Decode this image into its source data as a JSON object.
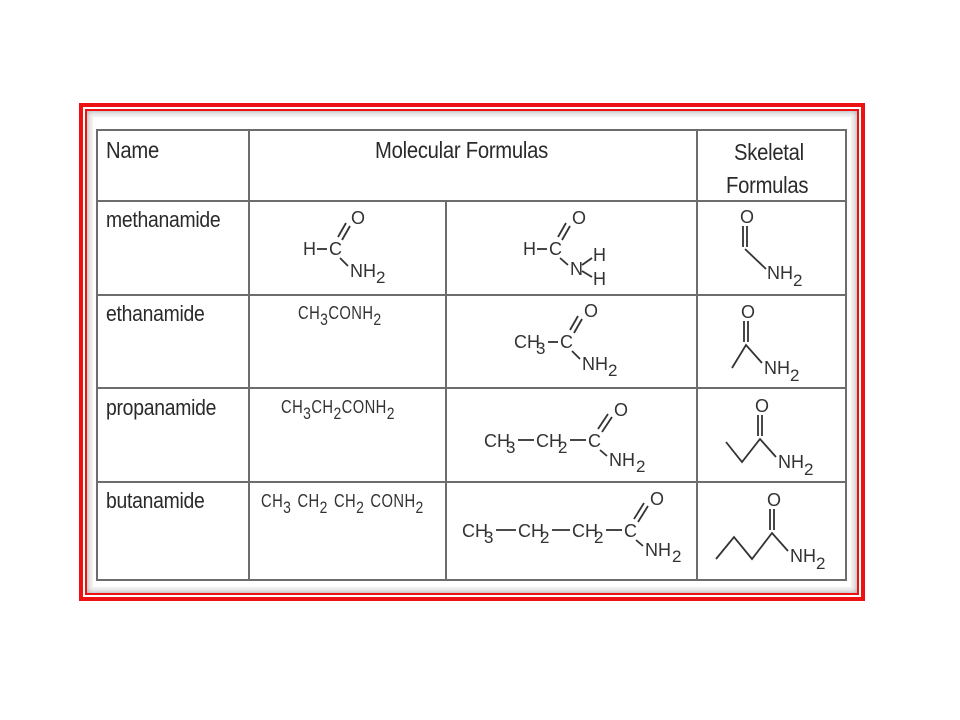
{
  "table": {
    "headers": {
      "name": "Name",
      "molecular": "Molecular Formulas",
      "skeletal_line1": "Skeletal",
      "skeletal_line2": "Formulas"
    },
    "rows": [
      {
        "name": "methanamide",
        "condensed": "",
        "structural": "H–C(=O)–NH2",
        "structural_expanded": "H–C(=O)–N(H)(H)",
        "skeletal": "O=C–NH2"
      },
      {
        "name": "ethanamide",
        "condensed": "CH3CONH2",
        "structural": "CH3–C(=O)–NH2",
        "skeletal": "CH3–C(=O)–NH2 zigzag"
      },
      {
        "name": "propanamide",
        "condensed": "CH3CH2CONH2",
        "structural": "CH3–CH2–C(=O)–NH2",
        "skeletal": "CH3CH2–C(=O)–NH2 zigzag"
      },
      {
        "name": "butanamide",
        "condensed": "CH3 CH2 CH2 CONH2",
        "structural": "CH3–CH2–CH2–C(=O)–NH2",
        "skeletal": "CH3CH2CH2–C(=O)–NH2 zigzag"
      }
    ],
    "atoms": {
      "O": "O",
      "H": "H",
      "C": "C",
      "N": "N",
      "NH": "NH",
      "CH": "CH",
      "CONH": "CONH",
      "sub2": "2",
      "sub3": "3"
    }
  },
  "colors": {
    "frame": "#ee1111",
    "grid": "#6d6d6d",
    "text": "#2a2a2a"
  }
}
